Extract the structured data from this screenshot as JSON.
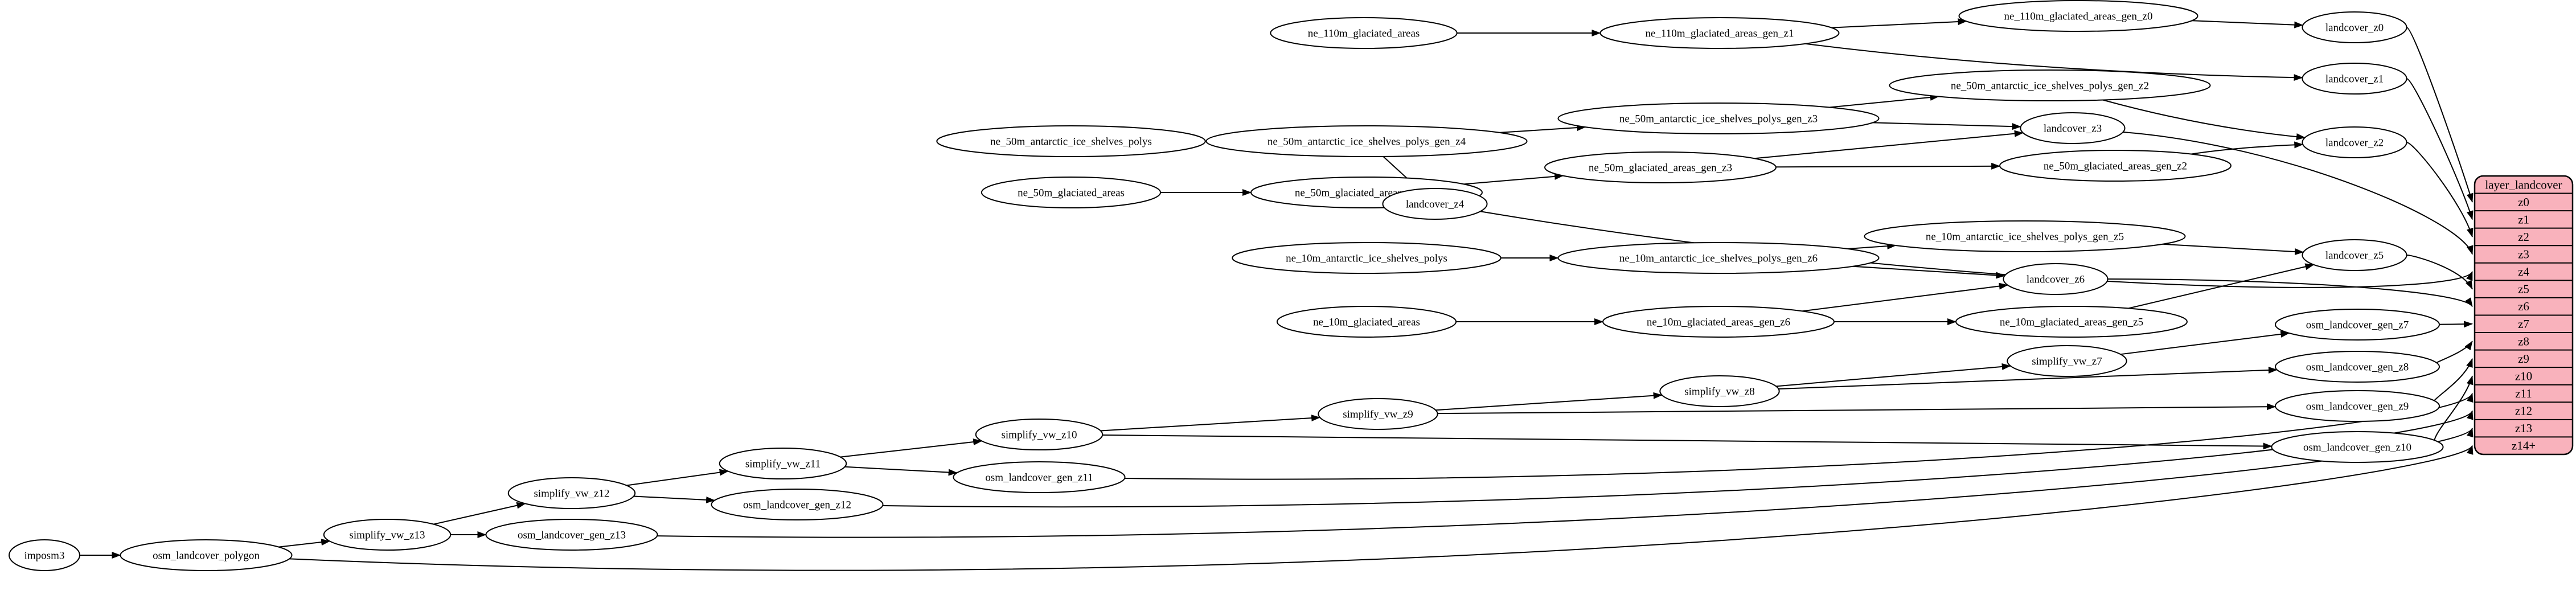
{
  "diagram": {
    "kind": "dependency-graph",
    "colors": {
      "background": "#ffffff",
      "node_fill": "#ffffff",
      "node_stroke": "#000000",
      "edge_color": "#000000",
      "table_fill": "#f9b2bc",
      "table_stroke": "#000000"
    },
    "nodes": [
      {
        "id": "imposm3",
        "label": "imposm3"
      },
      {
        "id": "osm_landcover_polygon",
        "label": "osm_landcover_polygon"
      },
      {
        "id": "simplify_vw_z13",
        "label": "simplify_vw_z13"
      },
      {
        "id": "osm_landcover_gen_z13",
        "label": "osm_landcover_gen_z13"
      },
      {
        "id": "simplify_vw_z12",
        "label": "simplify_vw_z12"
      },
      {
        "id": "osm_landcover_gen_z12",
        "label": "osm_landcover_gen_z12"
      },
      {
        "id": "simplify_vw_z11",
        "label": "simplify_vw_z11"
      },
      {
        "id": "osm_landcover_gen_z11",
        "label": "osm_landcover_gen_z11"
      },
      {
        "id": "simplify_vw_z10",
        "label": "simplify_vw_z10"
      },
      {
        "id": "simplify_vw_z9",
        "label": "simplify_vw_z9"
      },
      {
        "id": "simplify_vw_z8",
        "label": "simplify_vw_z8"
      },
      {
        "id": "simplify_vw_z7",
        "label": "simplify_vw_z7"
      },
      {
        "id": "osm_landcover_gen_z7",
        "label": "osm_landcover_gen_z7"
      },
      {
        "id": "osm_landcover_gen_z8",
        "label": "osm_landcover_gen_z8"
      },
      {
        "id": "osm_landcover_gen_z9",
        "label": "osm_landcover_gen_z9"
      },
      {
        "id": "osm_landcover_gen_z10",
        "label": "osm_landcover_gen_z10"
      },
      {
        "id": "ne_110m_glaciated_areas",
        "label": "ne_110m_glaciated_areas"
      },
      {
        "id": "ne_110m_glaciated_areas_gen_z1",
        "label": "ne_110m_glaciated_areas_gen_z1"
      },
      {
        "id": "ne_110m_glaciated_areas_gen_z0",
        "label": "ne_110m_glaciated_areas_gen_z0"
      },
      {
        "id": "landcover_z0",
        "label": "landcover_z0"
      },
      {
        "id": "landcover_z1",
        "label": "landcover_z1"
      },
      {
        "id": "ne_50m_antarctic_ice_shelves_polys",
        "label": "ne_50m_antarctic_ice_shelves_polys"
      },
      {
        "id": "ne_50m_antarctic_ice_shelves_polys_gen_z4",
        "label": "ne_50m_antarctic_ice_shelves_polys_gen_z4"
      },
      {
        "id": "ne_50m_antarctic_ice_shelves_polys_gen_z3",
        "label": "ne_50m_antarctic_ice_shelves_polys_gen_z3"
      },
      {
        "id": "ne_50m_antarctic_ice_shelves_polys_gen_z2",
        "label": "ne_50m_antarctic_ice_shelves_polys_gen_z2"
      },
      {
        "id": "landcover_z3",
        "label": "landcover_z3"
      },
      {
        "id": "landcover_z2",
        "label": "landcover_z2"
      },
      {
        "id": "ne_50m_glaciated_areas",
        "label": "ne_50m_glaciated_areas"
      },
      {
        "id": "ne_50m_glaciated_areas_gen_z4",
        "label": "ne_50m_glaciated_areas_gen_z4"
      },
      {
        "id": "ne_50m_glaciated_areas_gen_z3",
        "label": "ne_50m_glaciated_areas_gen_z3"
      },
      {
        "id": "ne_50m_glaciated_areas_gen_z2",
        "label": "ne_50m_glaciated_areas_gen_z2"
      },
      {
        "id": "landcover_z4",
        "label": "landcover_z4"
      },
      {
        "id": "ne_10m_antarctic_ice_shelves_polys",
        "label": "ne_10m_antarctic_ice_shelves_polys"
      },
      {
        "id": "ne_10m_antarctic_ice_shelves_polys_gen_z6",
        "label": "ne_10m_antarctic_ice_shelves_polys_gen_z6"
      },
      {
        "id": "ne_10m_antarctic_ice_shelves_polys_gen_z5",
        "label": "ne_10m_antarctic_ice_shelves_polys_gen_z5"
      },
      {
        "id": "landcover_z5",
        "label": "landcover_z5"
      },
      {
        "id": "landcover_z6",
        "label": "landcover_z6"
      },
      {
        "id": "ne_10m_glaciated_areas",
        "label": "ne_10m_glaciated_areas"
      },
      {
        "id": "ne_10m_glaciated_areas_gen_z6",
        "label": "ne_10m_glaciated_areas_gen_z6"
      },
      {
        "id": "ne_10m_glaciated_areas_gen_z5",
        "label": "ne_10m_glaciated_areas_gen_z5"
      }
    ],
    "edges": [
      {
        "from": "imposm3",
        "to": "osm_landcover_polygon"
      },
      {
        "from": "osm_landcover_polygon",
        "to": "simplify_vw_z13"
      },
      {
        "from": "simplify_vw_z13",
        "to": "simplify_vw_z12"
      },
      {
        "from": "simplify_vw_z13",
        "to": "osm_landcover_gen_z13"
      },
      {
        "from": "simplify_vw_z12",
        "to": "simplify_vw_z11"
      },
      {
        "from": "simplify_vw_z12",
        "to": "osm_landcover_gen_z12"
      },
      {
        "from": "simplify_vw_z11",
        "to": "simplify_vw_z10"
      },
      {
        "from": "simplify_vw_z11",
        "to": "osm_landcover_gen_z11"
      },
      {
        "from": "simplify_vw_z10",
        "to": "simplify_vw_z9"
      },
      {
        "from": "simplify_vw_z10",
        "to": "osm_landcover_gen_z10"
      },
      {
        "from": "simplify_vw_z9",
        "to": "simplify_vw_z8"
      },
      {
        "from": "simplify_vw_z9",
        "to": "osm_landcover_gen_z9"
      },
      {
        "from": "simplify_vw_z8",
        "to": "simplify_vw_z7"
      },
      {
        "from": "simplify_vw_z8",
        "to": "osm_landcover_gen_z8"
      },
      {
        "from": "simplify_vw_z7",
        "to": "osm_landcover_gen_z7"
      },
      {
        "from": "ne_110m_glaciated_areas",
        "to": "ne_110m_glaciated_areas_gen_z1"
      },
      {
        "from": "ne_110m_glaciated_areas_gen_z1",
        "to": "ne_110m_glaciated_areas_gen_z0"
      },
      {
        "from": "ne_110m_glaciated_areas_gen_z1",
        "to": "landcover_z1"
      },
      {
        "from": "ne_110m_glaciated_areas_gen_z0",
        "to": "landcover_z0"
      },
      {
        "from": "ne_50m_antarctic_ice_shelves_polys",
        "to": "ne_50m_antarctic_ice_shelves_polys_gen_z4"
      },
      {
        "from": "ne_50m_antarctic_ice_shelves_polys_gen_z4",
        "to": "ne_50m_antarctic_ice_shelves_polys_gen_z3"
      },
      {
        "from": "ne_50m_antarctic_ice_shelves_polys_gen_z4",
        "to": "landcover_z4"
      },
      {
        "from": "ne_50m_antarctic_ice_shelves_polys_gen_z3",
        "to": "ne_50m_antarctic_ice_shelves_polys_gen_z2"
      },
      {
        "from": "ne_50m_antarctic_ice_shelves_polys_gen_z3",
        "to": "landcover_z3"
      },
      {
        "from": "ne_50m_antarctic_ice_shelves_polys_gen_z2",
        "to": "landcover_z2"
      },
      {
        "from": "ne_50m_glaciated_areas",
        "to": "ne_50m_glaciated_areas_gen_z4"
      },
      {
        "from": "ne_50m_glaciated_areas_gen_z4",
        "to": "ne_50m_glaciated_areas_gen_z3"
      },
      {
        "from": "ne_50m_glaciated_areas_gen_z4",
        "to": "landcover_z4"
      },
      {
        "from": "ne_50m_glaciated_areas_gen_z3",
        "to": "ne_50m_glaciated_areas_gen_z2"
      },
      {
        "from": "ne_50m_glaciated_areas_gen_z3",
        "to": "landcover_z3"
      },
      {
        "from": "ne_50m_glaciated_areas_gen_z2",
        "to": "landcover_z2"
      },
      {
        "from": "ne_10m_antarctic_ice_shelves_polys",
        "to": "ne_10m_antarctic_ice_shelves_polys_gen_z6"
      },
      {
        "from": "ne_10m_antarctic_ice_shelves_polys_gen_z6",
        "to": "ne_10m_antarctic_ice_shelves_polys_gen_z5"
      },
      {
        "from": "ne_10m_antarctic_ice_shelves_polys_gen_z6",
        "to": "landcover_z6"
      },
      {
        "from": "ne_10m_antarctic_ice_shelves_polys_gen_z5",
        "to": "landcover_z5"
      },
      {
        "from": "ne_10m_glaciated_areas",
        "to": "ne_10m_glaciated_areas_gen_z6"
      },
      {
        "from": "ne_10m_glaciated_areas_gen_z6",
        "to": "ne_10m_glaciated_areas_gen_z5"
      },
      {
        "from": "ne_10m_glaciated_areas_gen_z6",
        "to": "landcover_z6"
      },
      {
        "from": "ne_10m_glaciated_areas_gen_z5",
        "to": "landcover_z5"
      }
    ],
    "table": {
      "id": "layer_landcover",
      "title": "layer_landcover",
      "rows": [
        "z0",
        "z1",
        "z2",
        "z3",
        "z4",
        "z5",
        "z6",
        "z7",
        "z8",
        "z9",
        "z10",
        "z11",
        "z12",
        "z13",
        "z14+"
      ]
    },
    "table_edges": [
      {
        "from": "landcover_z0",
        "row": "z0"
      },
      {
        "from": "landcover_z1",
        "row": "z1"
      },
      {
        "from": "landcover_z2",
        "row": "z2"
      },
      {
        "from": "landcover_z3",
        "row": "z3"
      },
      {
        "from": "landcover_z4",
        "row": "z4"
      },
      {
        "from": "landcover_z5",
        "row": "z5"
      },
      {
        "from": "landcover_z6",
        "row": "z6"
      },
      {
        "from": "osm_landcover_gen_z7",
        "row": "z7"
      },
      {
        "from": "osm_landcover_gen_z8",
        "row": "z8"
      },
      {
        "from": "osm_landcover_gen_z9",
        "row": "z9"
      },
      {
        "from": "osm_landcover_gen_z10",
        "row": "z10"
      },
      {
        "from": "osm_landcover_gen_z11",
        "row": "z11"
      },
      {
        "from": "osm_landcover_gen_z12",
        "row": "z12"
      },
      {
        "from": "osm_landcover_gen_z13",
        "row": "z13"
      },
      {
        "from": "osm_landcover_polygon",
        "row": "z14+"
      }
    ]
  }
}
